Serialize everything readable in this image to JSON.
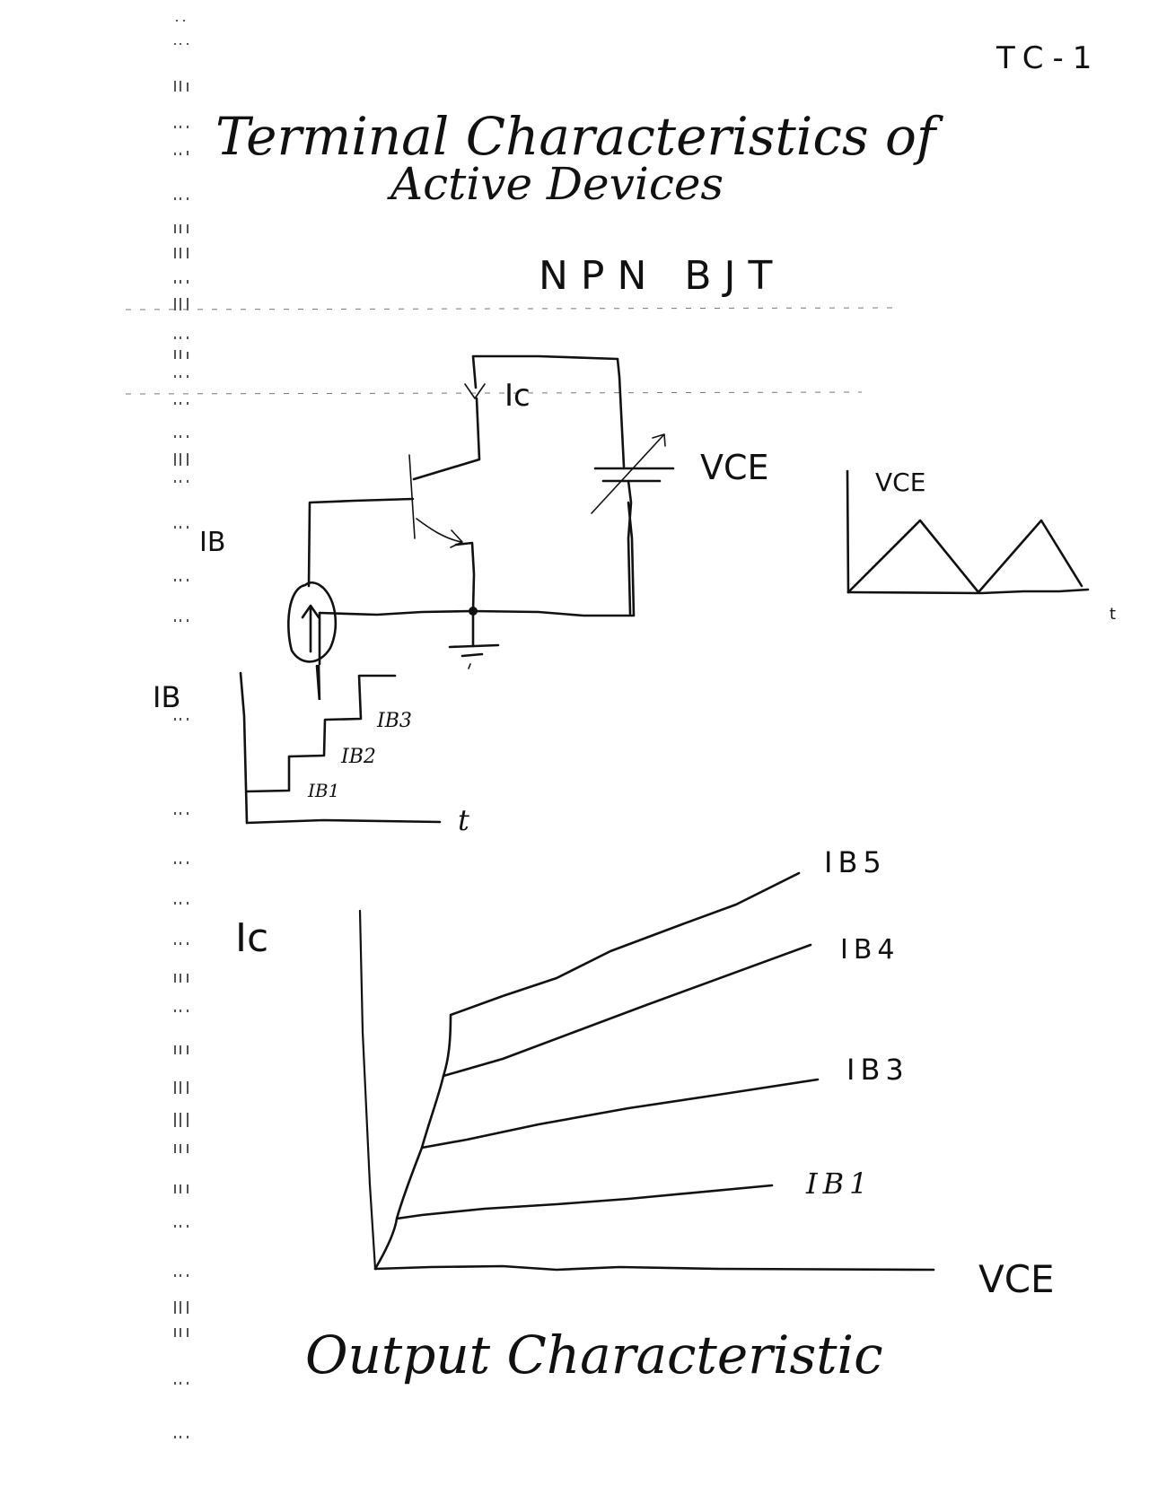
{
  "page": {
    "page_label": "TC-1",
    "title_line1": "Terminal Characteristics of",
    "title_line2": "Active Devices",
    "subtitle": "NPN BJT",
    "footer_caption": "Output Characteristic",
    "ink_color": "#111111",
    "paper_color": "#ffffff"
  },
  "circuit": {
    "collector_current_label": "Ic",
    "base_current_label": "IB",
    "supply_label": "VCE",
    "source_symbol": "current-source-up-arrow",
    "supply_symbol": "variable-battery",
    "ground_symbol": "ground"
  },
  "vce_waveform": {
    "label": "VCE",
    "time_axis_label": "t"
  },
  "ib_staircase": {
    "y_axis_label": "IB",
    "x_axis_label": "t",
    "steps": [
      "IB1",
      "IB2",
      "IB3"
    ]
  },
  "output_plot": {
    "y_axis_label": "Ic",
    "x_axis_label": "VCE",
    "curve_labels": [
      "IB5",
      "IB4",
      "IB3",
      "IB1"
    ]
  },
  "chart_data": [
    {
      "type": "line",
      "title": "VCE",
      "xlabel": "t",
      "ylabel": "VCE",
      "description": "Triangle sweep waveform of VCE versus time",
      "x": [
        0,
        1,
        2,
        3,
        4
      ],
      "values": [
        0,
        1,
        0,
        1,
        0
      ],
      "grid": false
    },
    {
      "type": "line",
      "title": "IB",
      "xlabel": "t",
      "ylabel": "IB",
      "description": "Staircase base current versus time",
      "categories": [
        "IB1",
        "IB2",
        "IB3"
      ],
      "x": [
        0,
        1,
        1,
        2,
        2,
        3,
        3,
        3.8
      ],
      "values": [
        1,
        1,
        2,
        2,
        3,
        3,
        4,
        4
      ],
      "grid": false
    },
    {
      "type": "line",
      "title": "Output Characteristic",
      "xlabel": "VCE",
      "ylabel": "Ic",
      "grid": false,
      "legend_position": "right end of each curve",
      "series": [
        {
          "name": "IB5",
          "x": [
            0,
            0.12,
            1.0
          ],
          "values": [
            0,
            0.71,
            1.11
          ]
        },
        {
          "name": "IB4",
          "x": [
            0,
            0.1,
            1.0
          ],
          "values": [
            0,
            0.54,
            0.9
          ]
        },
        {
          "name": "IB3",
          "x": [
            0,
            0.07,
            1.0
          ],
          "values": [
            0,
            0.34,
            0.53
          ]
        },
        {
          "name": "IB1",
          "x": [
            0,
            0.04,
            0.85
          ],
          "values": [
            0,
            0.14,
            0.23
          ]
        }
      ]
    }
  ]
}
